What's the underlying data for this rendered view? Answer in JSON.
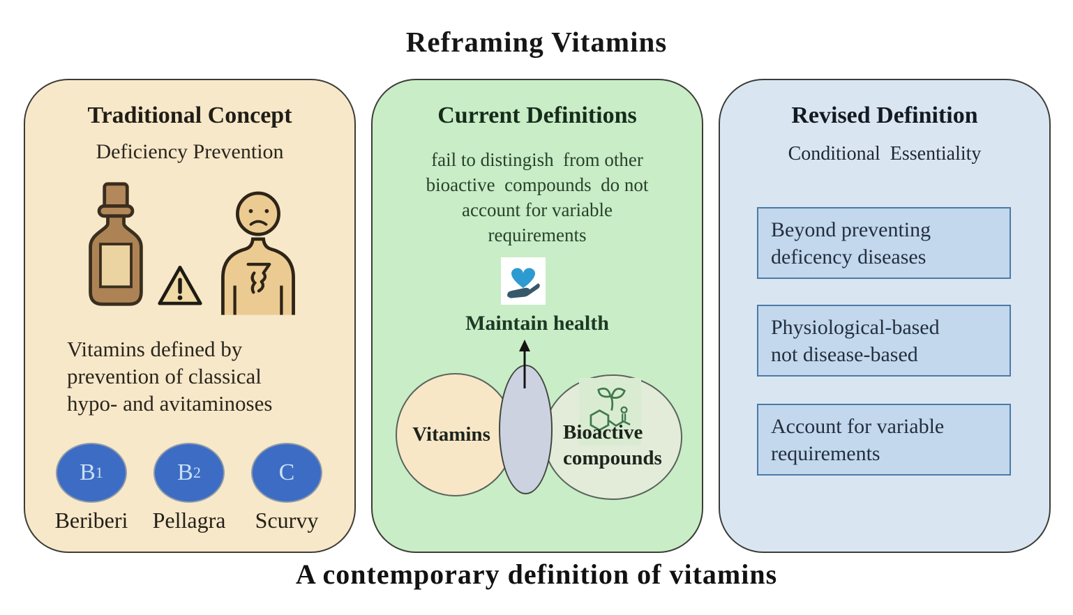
{
  "title": "Reframing Vitamins",
  "caption": "A contemporary definition of vitamins",
  "panels": {
    "traditional": {
      "title": "Traditional Concept",
      "subtitle": "Deficiency Prevention",
      "description_lines": [
        "Vitamins defined by",
        "prevention of classical",
        "hypo- and avitaminoses"
      ],
      "icons": [
        "medicine-bottle-icon",
        "warning-triangle-icon",
        "sad-person-icon"
      ],
      "vitamins": [
        {
          "symbol": "B",
          "sub": "1",
          "disease": "Beriberi"
        },
        {
          "symbol": "B",
          "sub": "2",
          "disease": "Pellagra"
        },
        {
          "symbol": "C",
          "sub": "",
          "disease": "Scurvy"
        }
      ]
    },
    "current": {
      "title": "Current Definitions",
      "description_lines": [
        "fail to distingish  from other",
        "bioactive  compounds  do not",
        "account for variable",
        "requirements"
      ],
      "maintain_label": "Maintain health",
      "icons": [
        "heart-in-hand-icon",
        "up-arrow-icon",
        "molecule-icon"
      ],
      "venn": {
        "left_label": "Vitamins",
        "right_label": "Bioactive compounds"
      }
    },
    "revised": {
      "title": "Revised Definition",
      "subtitle": "Conditional  Essentiality",
      "boxes": [
        {
          "lines": [
            "Beyond preventing",
            "deficency diseases"
          ]
        },
        {
          "lines": [
            "Physiological-based",
            "not disease-based"
          ]
        },
        {
          "lines": [
            "Account for variable",
            "requirements"
          ]
        }
      ]
    }
  },
  "colors": {
    "traditional_bg": "#f6e8c9",
    "current_bg": "#c9edc6",
    "revised_bg": "#d9e6f2",
    "vitamin_ellipse": "#3d6cc4",
    "venn_left": "#f8e7c7",
    "venn_middle": "#ccd2df",
    "venn_right": "#e2ecd8",
    "revised_box_fill": "#c3d8ec",
    "revised_box_border": "#4b7aa9",
    "heart_blue": "#2e9ad2",
    "hand_slate": "#37586b",
    "bottle_brown": "#ad8355"
  }
}
